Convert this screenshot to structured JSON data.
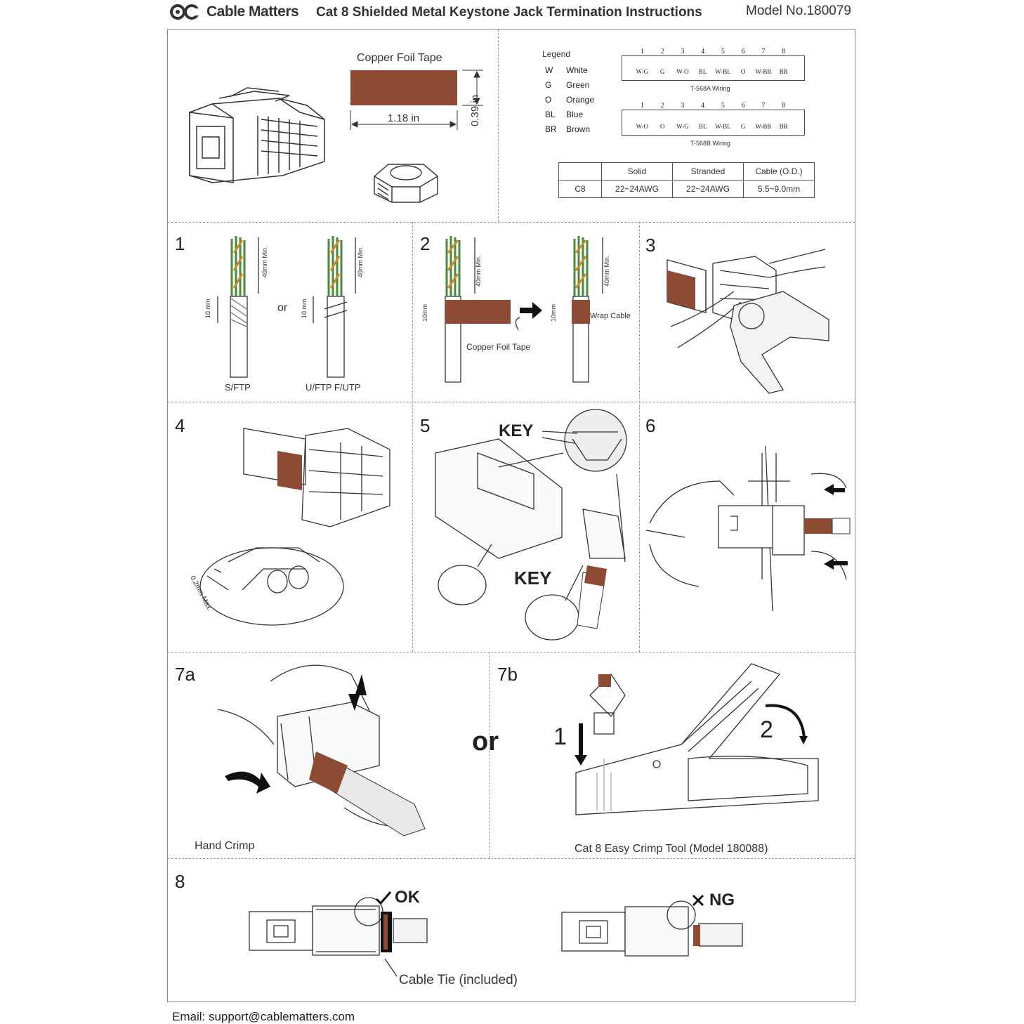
{
  "header": {
    "brand": "Cable Matters",
    "title": "Cat 8 Shielded Metal Keystone Jack Termination Instructions",
    "model": "Model No.180079"
  },
  "intro": {
    "foil_tape_label": "Copper Foil Tape",
    "foil_width": "1.18 in",
    "foil_height": "0.39 in",
    "legend_title": "Legend",
    "legend": [
      {
        "code": "W",
        "name": "White"
      },
      {
        "code": "G",
        "name": "Green"
      },
      {
        "code": "O",
        "name": "Orange"
      },
      {
        "code": "BL",
        "name": "Blue"
      },
      {
        "code": "BR",
        "name": "Brown"
      }
    ],
    "pin_numbers": [
      "1",
      "2",
      "3",
      "4",
      "5",
      "6",
      "7",
      "8"
    ],
    "t568a": {
      "pins": [
        "W-G",
        "G",
        "W-O",
        "BL",
        "W-BL",
        "O",
        "W-BR",
        "BR"
      ],
      "label": "T-568A Wiring"
    },
    "t568b": {
      "pins": [
        "W-O",
        "O",
        "W-G",
        "BL",
        "W-BL",
        "G",
        "W-BR",
        "BR"
      ],
      "label": "T-568B Wiring"
    },
    "spec_table": {
      "headers": [
        "",
        "Solid",
        "Stranded",
        "Cable (O.D.)"
      ],
      "row": [
        "C8",
        "22~24AWG",
        "22~24AWG",
        "5.5~9.0mm"
      ]
    }
  },
  "steps": {
    "s1": {
      "num": "1",
      "min_label": "40mm Min.",
      "mm_label": "10 mm",
      "or": "or",
      "cable_a": "S/FTP",
      "cable_b": "U/FTP  F/UTP"
    },
    "s2": {
      "num": "2",
      "min_label": "40mm Min.",
      "mm_label": "10mm",
      "foil_label": "Copper Foil Tape",
      "wrap_label": "Wrap Cable"
    },
    "s3": {
      "num": "3"
    },
    "s4": {
      "num": "4",
      "gap_label": "0.2mm Max."
    },
    "s5": {
      "num": "5",
      "key_label": "KEY",
      "key_label_2": "KEY"
    },
    "s6": {
      "num": "6"
    },
    "s7a": {
      "num": "7a",
      "caption": "Hand Crimp"
    },
    "or": "or",
    "s7b": {
      "num": "7b",
      "caption": "Cat 8 Easy Crimp Tool (Model 180088)",
      "arrow1": "1",
      "arrow2": "2"
    },
    "s8": {
      "num": "8",
      "ok": "OK",
      "ng": "NG",
      "tie_label": "Cable Tie (included)"
    }
  },
  "footer": {
    "email": "Email: support@cablematters.com"
  },
  "colors": {
    "copper": "#8e4b33",
    "line": "#333333",
    "dash": "#999999"
  }
}
